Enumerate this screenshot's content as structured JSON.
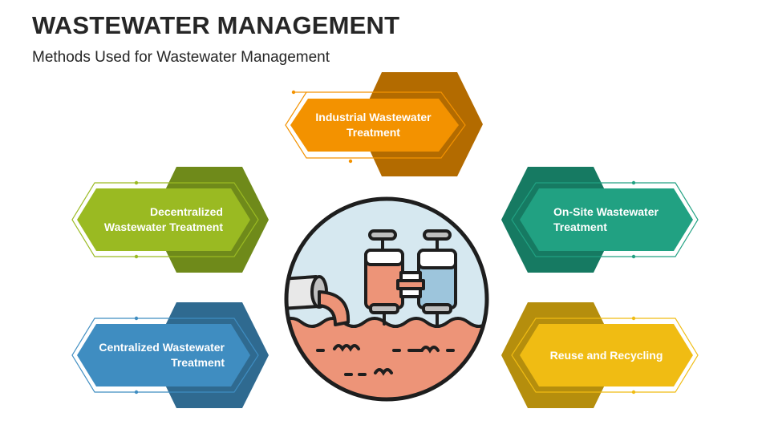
{
  "header": {
    "title": "WASTEWATER MANAGEMENT",
    "subtitle": "Methods Used for Wastewater Management"
  },
  "methods": [
    {
      "label": "Industrial Wastewater Treatment",
      "color": "#f39200",
      "shadow_color": "#b36b00"
    },
    {
      "label": "Decentralized Wastewater Treatment",
      "color": "#9aba22",
      "shadow_color": "#6f8a1a"
    },
    {
      "label": "Centralized Wastewater Treatment",
      "color": "#3f8dc1",
      "shadow_color": "#2f6a90"
    },
    {
      "label": "On-Site Wastewater Treatment",
      "color": "#21a182",
      "shadow_color": "#167a62"
    },
    {
      "label": "Reuse and Recycling",
      "color": "#f0bc13",
      "shadow_color": "#b58e0d"
    }
  ],
  "center_icon": "wastewater-treatment-plant-icon"
}
